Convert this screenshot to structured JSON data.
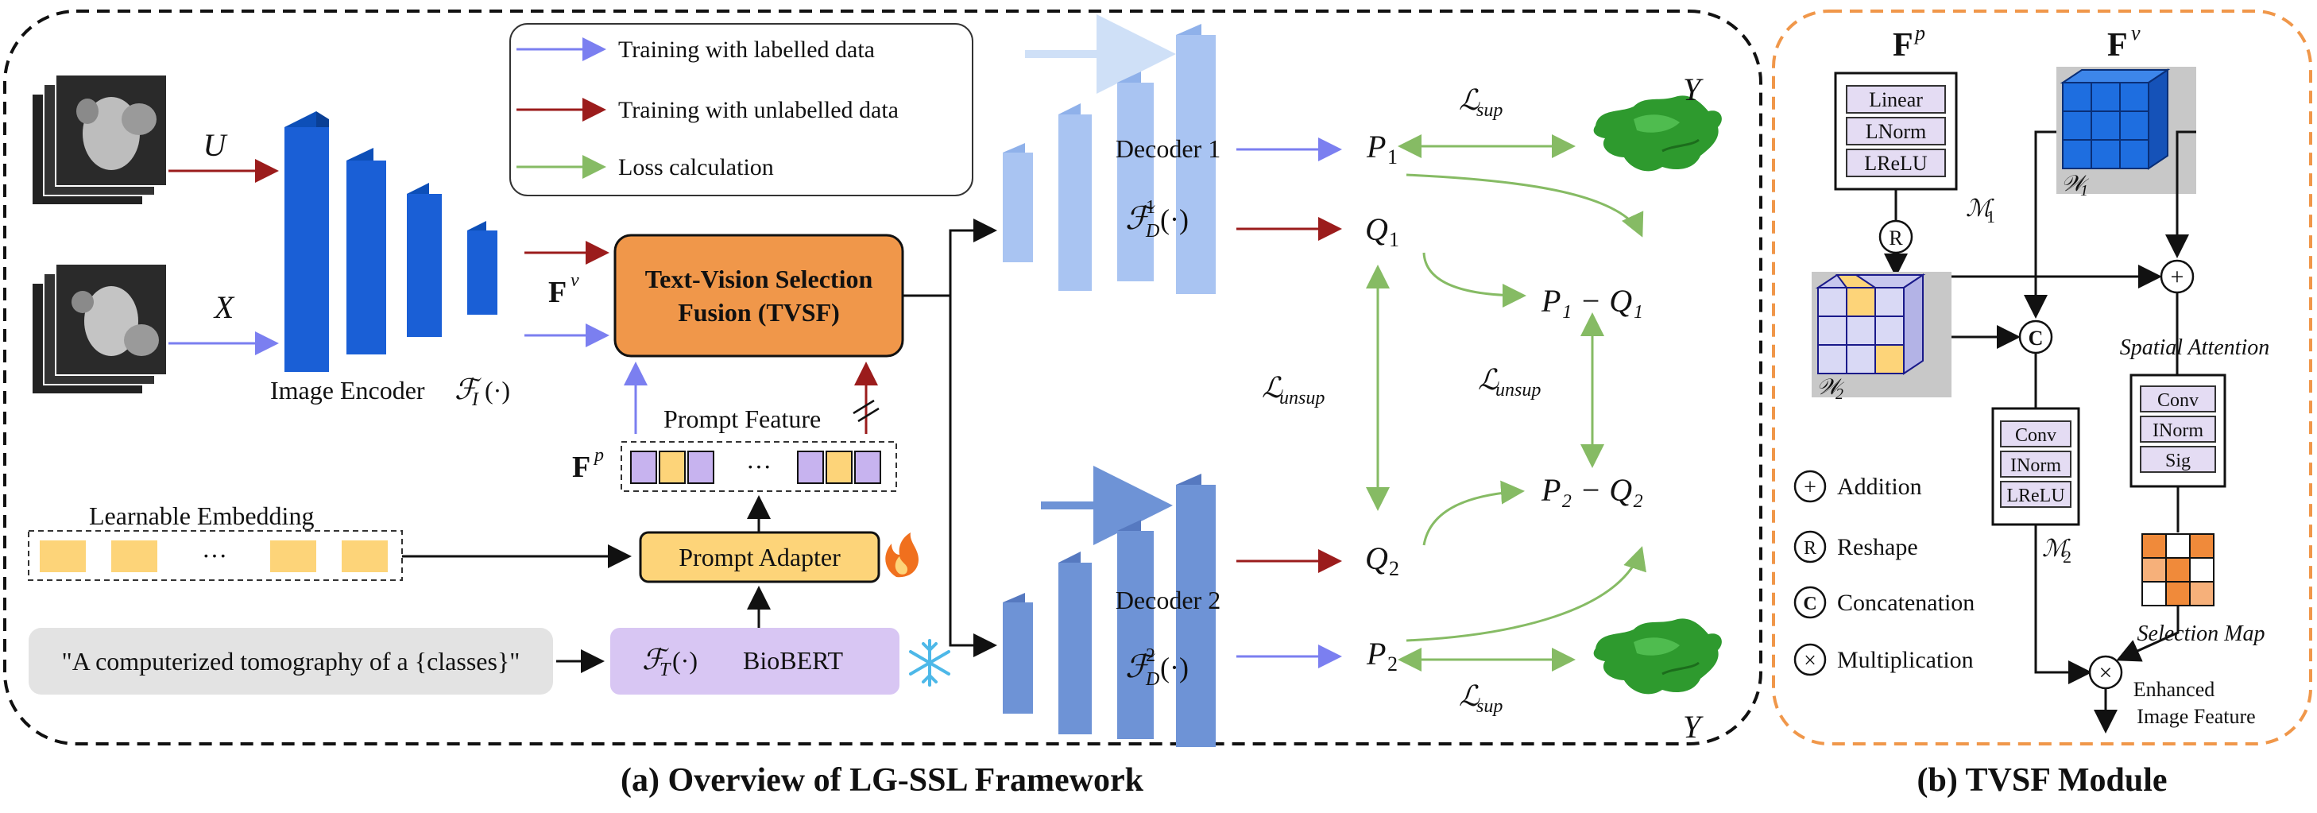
{
  "legend": {
    "labelled": "Training with labelled data",
    "unlabelled": "Training with unlabelled data",
    "loss": "Loss calculation"
  },
  "overview": {
    "caption": "(a) Overview of  LG-SSL Framework",
    "inputs": {
      "U": "U",
      "X": "X"
    },
    "image_encoder": "Image Encoder",
    "fv": "F",
    "fv_sup": "v",
    "fp": "F",
    "fp_sup": "p",
    "tvsf_line1": "Text-Vision Selection",
    "tvsf_line2": "Fusion (TVSF)",
    "prompt_feature": "Prompt Feature",
    "learnable_embedding": "Learnable Embedding",
    "prompt_adapter": "Prompt Adapter",
    "text_prompt": "\"A computerized tomography of a {classes}\"",
    "biobert": "BioBERT",
    "decoder1": "Decoder 1",
    "decoder2": "Decoder 2",
    "ellipsis": "···",
    "outputs": {
      "P1": "P",
      "P1_sub": "1",
      "Q1": "Q",
      "Q1_sub": "1",
      "P2": "P",
      "P2_sub": "2",
      "Q2": "Q",
      "Q2_sub": "2",
      "Y": "Y",
      "diff1": "P₁ − Q₁",
      "diff2": "P₂ − Q₂"
    },
    "losses": {
      "sup": "ℒ",
      "sup_sub": "sup",
      "unsup": "ℒ",
      "unsup_sub": "unsup"
    },
    "fI": "ℱ",
    "fI_sub": "I",
    "fI_arg": "(·)",
    "fT": "ℱ",
    "fT_sub": "T",
    "fT_arg": "(·)",
    "fD": "ℱ",
    "fD_sub": "D",
    "fD1_sup": "1",
    "fD2_sup": "2",
    "fD_arg": "(·)"
  },
  "tvsf": {
    "caption": "(b)  TVSF Module",
    "fp": "F",
    "fp_sup": "p",
    "fv": "F",
    "fv_sup": "v",
    "m1_layers": [
      "Linear",
      "LNorm",
      "LReLU"
    ],
    "m1": "ℳ",
    "m1_sub": "1",
    "m2_layers": [
      "Conv",
      "INorm",
      "LReLU"
    ],
    "m2": "ℳ",
    "m2_sub": "2",
    "sa_layers": [
      "Conv",
      "INorm",
      "Sig"
    ],
    "w1": "𝒲",
    "w1_sub": "1",
    "w2": "𝒲",
    "w2_sub": "2",
    "spatial_attention": "Spatial Attention",
    "selection_map": "Selection Map",
    "enhanced_line1": "Enhanced",
    "enhanced_line2": "Image Feature",
    "symbols": {
      "add": "+",
      "reshape": "R",
      "concat": "C",
      "mult": "×"
    },
    "key": [
      {
        "symbol": "+",
        "label": "Addition"
      },
      {
        "symbol": "R",
        "label": "Reshape"
      },
      {
        "symbol": "C",
        "label": "Concatenation"
      },
      {
        "symbol": "×",
        "label": "Multiplication"
      }
    ]
  },
  "colors": {
    "labelled": "#7b7ff0",
    "unlabelled": "#9b1c1c",
    "loss": "#86bb64",
    "encoder": "#1a5fd6",
    "decoder1": "#a9c4f2",
    "decoder2": "#6e93d6",
    "tvsf": "#f0974a",
    "prompt_adapter": "#fdd479",
    "biobert": "#d8c6f3",
    "embedding": "#fdd479",
    "tvsf_border": "#f0974a",
    "layer_fill": "#e4dcf3",
    "organ": "#2e9a2e",
    "cube_blue": "#1e6ee0",
    "cube_light": "#d9d9f5",
    "cube_yellow": "#fdd479",
    "selection_orange": "#f08a3a"
  },
  "icons": {
    "flame": "flame-icon",
    "snowflake": "snowflake-icon"
  }
}
